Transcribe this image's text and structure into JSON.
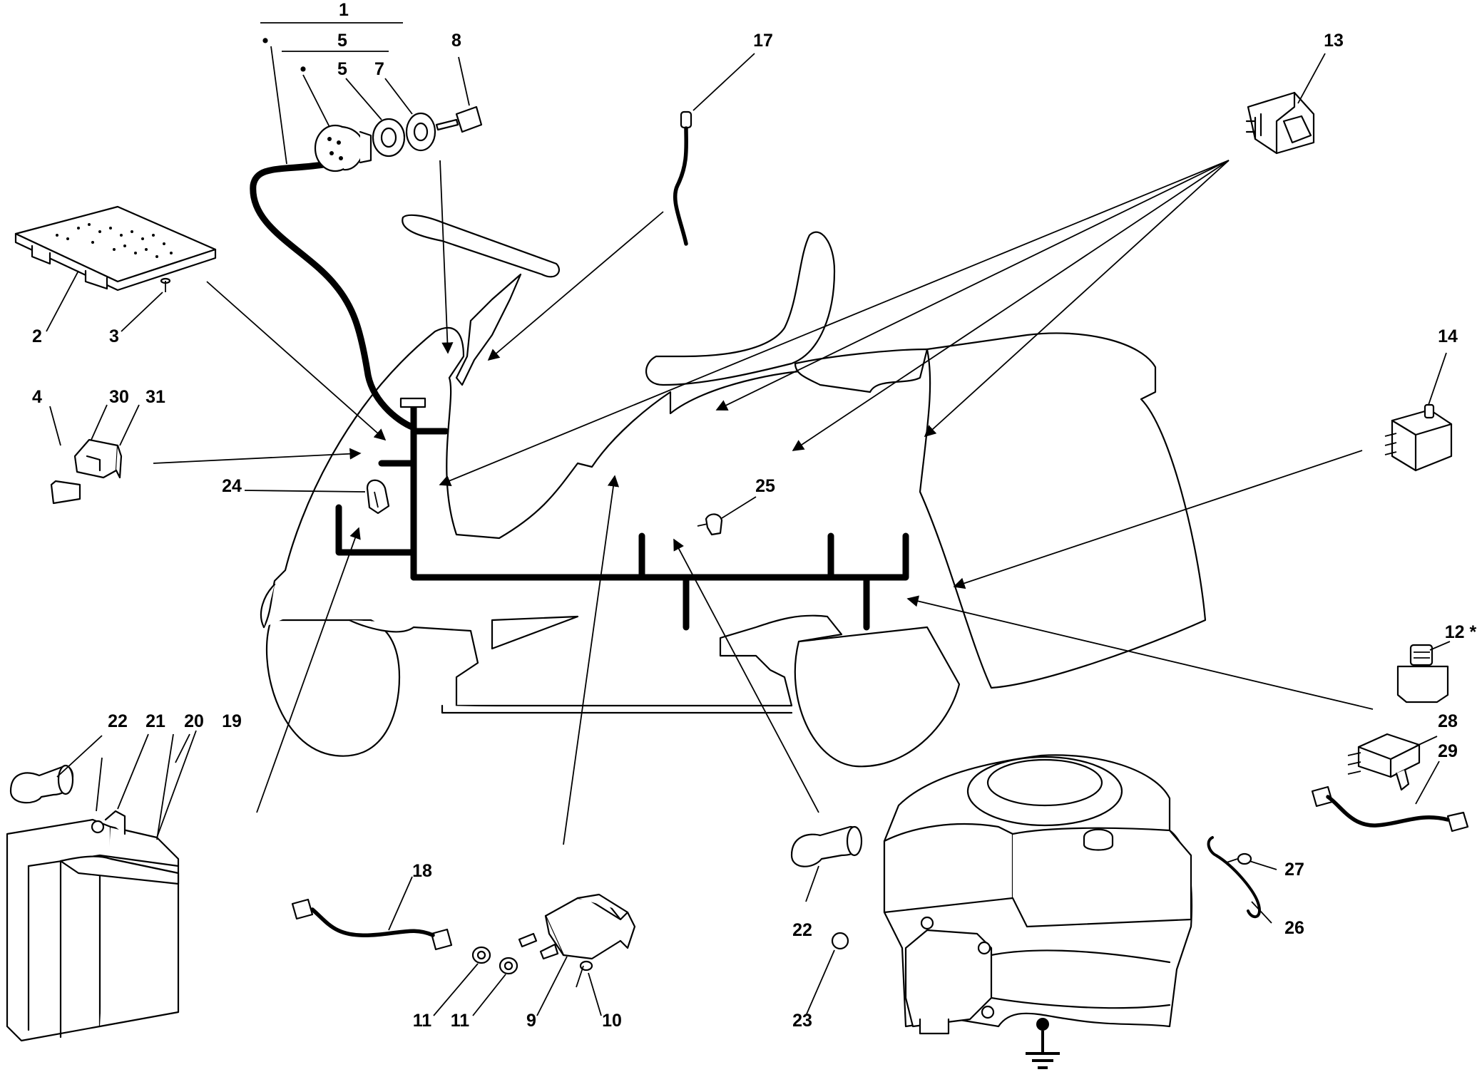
{
  "callouts": {
    "c1": "1",
    "c5a": "5",
    "c5b": "5",
    "c7": "7",
    "c8": "8",
    "c17": "17",
    "c13": "13",
    "c2": "2",
    "c3": "3",
    "c4": "4",
    "c30": "30",
    "c31": "31",
    "c24": "24",
    "c25": "25",
    "c14": "14",
    "c12": "12 *",
    "c28": "28",
    "c29": "29",
    "c22a": "22",
    "c21": "21",
    "c20": "20",
    "c19": "19",
    "c18": "18",
    "c11a": "11",
    "c11b": "11",
    "c9": "9",
    "c10": "10",
    "c22b": "22",
    "c23": "23",
    "c27": "27",
    "c26": "26"
  },
  "bullets": {
    "b1": "•",
    "b2": "•"
  }
}
